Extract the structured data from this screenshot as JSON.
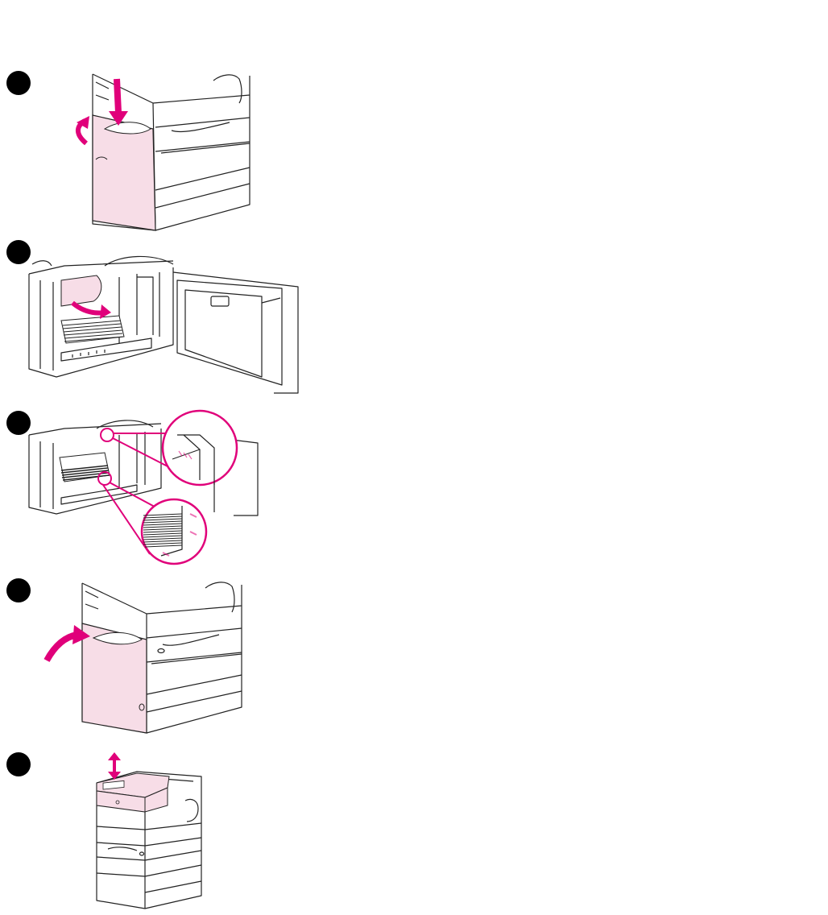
{
  "colors": {
    "accent": "#e0007a",
    "accent_fill": "#f7dde7",
    "line": "#222222",
    "badge": "#000000"
  },
  "steps": [
    {
      "illustration": "open-side-door-of-optional-500-sheet-tray"
    },
    {
      "illustration": "remove-jammed-paper-from-tray"
    },
    {
      "illustration": "check-paper-below-tab-limit-markers"
    },
    {
      "illustration": "close-side-door"
    },
    {
      "illustration": "press-select-on-control-panel"
    }
  ]
}
